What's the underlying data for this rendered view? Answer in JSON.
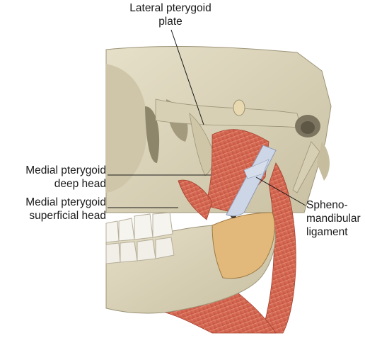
{
  "labels": {
    "lateral_pterygoid_plate": [
      "Lateral pterygoid",
      "plate"
    ],
    "medial_pterygoid_deep": [
      "Medial pterygoid",
      "deep head"
    ],
    "medial_pterygoid_superficial": [
      "Medial pterygoid",
      "superficial head"
    ],
    "sphenomandibular_ligament": [
      "Spheno-",
      "mandibular",
      "ligament"
    ]
  },
  "colors": {
    "bone": "#ddd6bd",
    "bone_shadow": "#b9af92",
    "bone_dark": "#8f866c",
    "muscle": "#d86a55",
    "muscle_dark": "#b04a3a",
    "ligament": "#c9d3e3",
    "tooth": "#f6f4ee",
    "leader_line": "#1a1a1a"
  }
}
